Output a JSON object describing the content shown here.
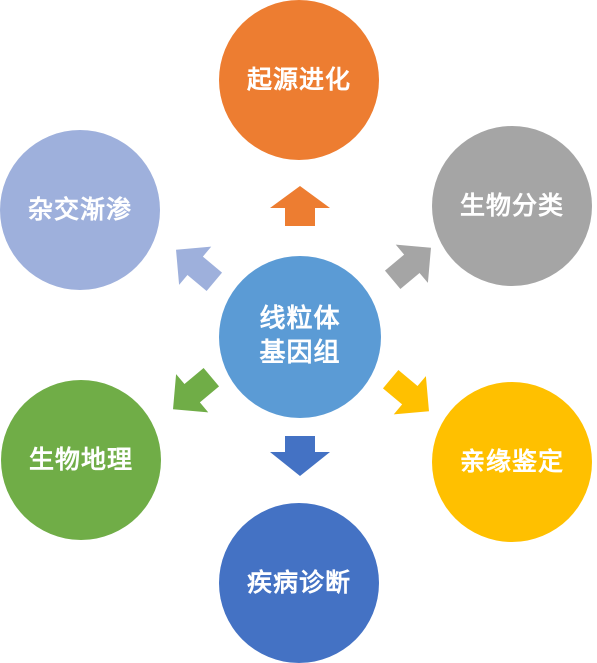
{
  "center": {
    "line1": "线粒体",
    "line2": "基因组",
    "color": "#5B9BD5"
  },
  "nodes": [
    {
      "id": "origin-evolution",
      "label": "起源进化",
      "color": "#ED7D31"
    },
    {
      "id": "classification",
      "label": "生物分类",
      "color": "#A5A5A5"
    },
    {
      "id": "kinship",
      "label": "亲缘鉴定",
      "color": "#FFC000"
    },
    {
      "id": "diagnosis",
      "label": "疾病诊断",
      "color": "#4472C4"
    },
    {
      "id": "biogeography",
      "label": "生物地理",
      "color": "#70AD47"
    },
    {
      "id": "hybridization",
      "label": "杂交渐渗",
      "color": "#9EB0DC"
    }
  ]
}
